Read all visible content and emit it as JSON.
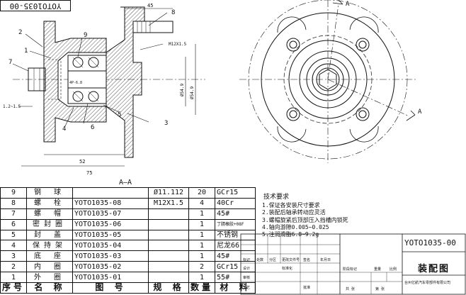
{
  "drawing_code_top": "YOTO1035-00",
  "section_label": "A—A",
  "view_marker": "A",
  "callouts": [
    "1",
    "2",
    "3",
    "4",
    "5",
    "6",
    "7",
    "8",
    "9"
  ],
  "dimensions": {
    "d45": "45",
    "d52": "52",
    "d75": "75",
    "d1_2_15": "1.2~1.5",
    "d4p6": "4P-6.8",
    "thread": "M12X1.5",
    "phi54": "Ø54.9",
    "phi65": "Ø54.9"
  },
  "parts_table": {
    "header": {
      "no": "序号",
      "name": "名 称",
      "code": "图 号",
      "spec": "规 格",
      "qty": "数量",
      "material": "材 料"
    },
    "rows": [
      {
        "no": "9",
        "name": "钢 球",
        "code": "",
        "spec": "Ø11.112",
        "qty": "20",
        "material": "GCr15"
      },
      {
        "no": "8",
        "name": "螺 栓",
        "code": "YOTO1035-08",
        "spec": "M12X1.5",
        "qty": "4",
        "material": "40Cr"
      },
      {
        "no": "7",
        "name": "螺 帽",
        "code": "YOTO1035-07",
        "spec": "",
        "qty": "1",
        "material": "45#"
      },
      {
        "no": "6",
        "name": "密封圈",
        "code": "YOTO1035-06",
        "spec": "",
        "qty": "1",
        "material": "丁腈橡胶+08F"
      },
      {
        "no": "5",
        "name": "封 盖",
        "code": "YOTO1035-05",
        "spec": "",
        "qty": "1",
        "material": "不锈钢"
      },
      {
        "no": "4",
        "name": "保持架",
        "code": "YOTO1035-04",
        "spec": "",
        "qty": "1",
        "material": "尼龙66"
      },
      {
        "no": "3",
        "name": "底 座",
        "code": "YOTO1035-03",
        "spec": "",
        "qty": "1",
        "material": "45#"
      },
      {
        "no": "2",
        "name": "内 圈",
        "code": "YOTO1035-02",
        "spec": "",
        "qty": "2",
        "material": "GCr15"
      },
      {
        "no": "1",
        "name": "外 圈",
        "code": "YOTO1035-01",
        "spec": "",
        "qty": "1",
        "material": "55#"
      }
    ]
  },
  "tech_requirements": {
    "title": "技术要求",
    "items": [
      "1.保证各安装尺寸要求",
      "2.装配后轴承转动应灵活",
      "3.螺帽旋紧后顶部压入挡槽内锁死",
      "4.轴向游隙0.005~0.025",
      "5.注润滑脂6.8~9.2g"
    ]
  },
  "title_block": {
    "code": "YOTO1035-00",
    "title": "装配图",
    "company": "台州亿航汽车零部件有限公司",
    "revision_headers": [
      "标记",
      "处数",
      "分区",
      "更改文件号",
      "签名",
      "年月日"
    ],
    "approval_headers": [
      "设计",
      "标准化",
      "审核",
      "工艺",
      "批准"
    ],
    "stage_headers": [
      "阶段标记",
      "重量",
      "比例"
    ],
    "sheet_labels": [
      "共 张",
      "第 张"
    ]
  }
}
